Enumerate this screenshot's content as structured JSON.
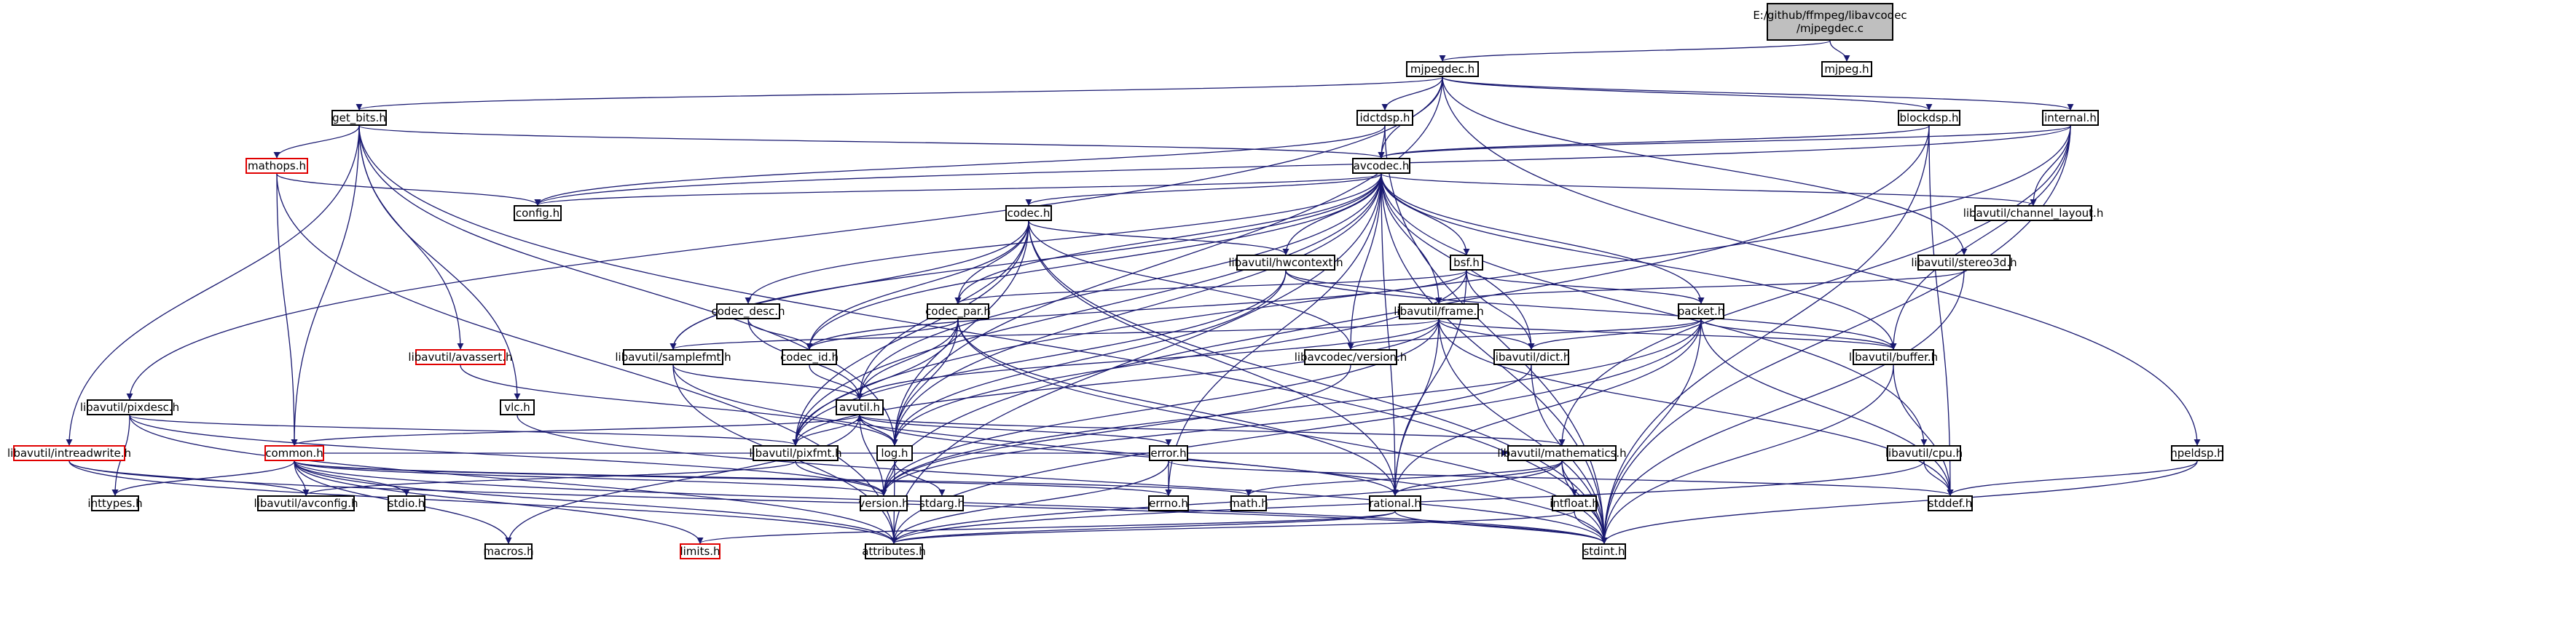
{
  "colors": {
    "edge": "#191970",
    "border": "#000000",
    "missing_border": "#e00000",
    "root_fill": "#bfbfbf"
  },
  "nodes": [
    {
      "id": "root",
      "label": "E:/github/ffmpeg/libavcodec\n/mjpegdec.c",
      "root": true
    },
    {
      "id": "mjpegdec_h",
      "label": "mjpegdec.h"
    },
    {
      "id": "mjpeg_h",
      "label": "mjpeg.h"
    },
    {
      "id": "get_bits_h",
      "label": "get_bits.h"
    },
    {
      "id": "idctdsp_h",
      "label": "idctdsp.h"
    },
    {
      "id": "blockdsp_h",
      "label": "blockdsp.h"
    },
    {
      "id": "internal_h",
      "label": "internal.h"
    },
    {
      "id": "mathops_h",
      "label": "mathops.h",
      "missing": true
    },
    {
      "id": "avcodec_h",
      "label": "avcodec.h"
    },
    {
      "id": "config_h",
      "label": "config.h"
    },
    {
      "id": "codec_h",
      "label": "codec.h"
    },
    {
      "id": "channel_layout_h",
      "label": "libavutil/channel_layout.h"
    },
    {
      "id": "stereo3d_h",
      "label": "libavutil/stereo3d.h"
    },
    {
      "id": "hwcontext_h",
      "label": "libavutil/hwcontext.h"
    },
    {
      "id": "bsf_h",
      "label": "bsf.h"
    },
    {
      "id": "codec_desc_h",
      "label": "codec_desc.h"
    },
    {
      "id": "codec_par_h",
      "label": "codec_par.h"
    },
    {
      "id": "frame_h",
      "label": "libavutil/frame.h"
    },
    {
      "id": "packet_h",
      "label": "packet.h"
    },
    {
      "id": "avassert_h",
      "label": "libavutil/avassert.h",
      "missing": true
    },
    {
      "id": "samplefmt_h",
      "label": "libavutil/samplefmt.h"
    },
    {
      "id": "codec_id_h",
      "label": "codec_id.h"
    },
    {
      "id": "lavcversion_h",
      "label": "libavcodec/version.h"
    },
    {
      "id": "dict_h",
      "label": "libavutil/dict.h"
    },
    {
      "id": "buffer_h",
      "label": "libavutil/buffer.h"
    },
    {
      "id": "pixdesc_h",
      "label": "libavutil/pixdesc.h"
    },
    {
      "id": "vlc_h",
      "label": "vlc.h"
    },
    {
      "id": "avutil_h",
      "label": "avutil.h"
    },
    {
      "id": "intreadwrite_h",
      "label": "libavutil/intreadwrite.h",
      "missing": true
    },
    {
      "id": "common_h",
      "label": "common.h",
      "missing": true
    },
    {
      "id": "pixfmt_h",
      "label": "libavutil/pixfmt.h"
    },
    {
      "id": "log_h",
      "label": "log.h"
    },
    {
      "id": "error_h",
      "label": "error.h"
    },
    {
      "id": "mathematics_h",
      "label": "libavutil/mathematics.h"
    },
    {
      "id": "cpu_h",
      "label": "libavutil/cpu.h"
    },
    {
      "id": "hpeldsp_h",
      "label": "hpeldsp.h"
    },
    {
      "id": "inttypes_h",
      "label": "inttypes.h",
      "plain": true
    },
    {
      "id": "avconfig_h",
      "label": "libavutil/avconfig.h"
    },
    {
      "id": "stdio_h",
      "label": "stdio.h",
      "plain": true
    },
    {
      "id": "version_h",
      "label": "version.h"
    },
    {
      "id": "stdarg_h",
      "label": "stdarg.h",
      "plain": true
    },
    {
      "id": "errno_h",
      "label": "errno.h",
      "plain": true
    },
    {
      "id": "math_h",
      "label": "math.h",
      "plain": true
    },
    {
      "id": "rational_h",
      "label": "rational.h"
    },
    {
      "id": "intfloat_h",
      "label": "intfloat.h"
    },
    {
      "id": "stddef_h",
      "label": "stddef.h",
      "plain": true
    },
    {
      "id": "macros_h",
      "label": "macros.h"
    },
    {
      "id": "limits_h",
      "label": "limits.h",
      "missing": true,
      "plain": true
    },
    {
      "id": "attributes_h",
      "label": "attributes.h"
    },
    {
      "id": "stdint_h",
      "label": "stdint.h",
      "plain": true
    }
  ],
  "edges": [
    [
      "root",
      "mjpegdec_h"
    ],
    [
      "root",
      "mjpeg_h"
    ],
    [
      "mjpegdec_h",
      "get_bits_h"
    ],
    [
      "mjpegdec_h",
      "idctdsp_h"
    ],
    [
      "mjpegdec_h",
      "blockdsp_h"
    ],
    [
      "mjpegdec_h",
      "internal_h"
    ],
    [
      "mjpegdec_h",
      "avcodec_h"
    ],
    [
      "mjpegdec_h",
      "stereo3d_h"
    ],
    [
      "mjpegdec_h",
      "pixdesc_h"
    ],
    [
      "mjpegdec_h",
      "hpeldsp_h"
    ],
    [
      "mjpegdec_h",
      "log_h"
    ],
    [
      "get_bits_h",
      "mathops_h"
    ],
    [
      "get_bits_h",
      "avassert_h"
    ],
    [
      "get_bits_h",
      "vlc_h"
    ],
    [
      "get_bits_h",
      "intreadwrite_h"
    ],
    [
      "get_bits_h",
      "common_h"
    ],
    [
      "get_bits_h",
      "log_h"
    ],
    [
      "get_bits_h",
      "avcodec_h"
    ],
    [
      "get_bits_h",
      "stdint_h"
    ],
    [
      "mathops_h",
      "config_h"
    ],
    [
      "mathops_h",
      "common_h"
    ],
    [
      "mathops_h",
      "attributes_h"
    ],
    [
      "idctdsp_h",
      "avcodec_h"
    ],
    [
      "idctdsp_h",
      "config_h"
    ],
    [
      "idctdsp_h",
      "stdint_h"
    ],
    [
      "blockdsp_h",
      "avcodec_h"
    ],
    [
      "blockdsp_h",
      "stdint_h"
    ],
    [
      "blockdsp_h",
      "version_h"
    ],
    [
      "blockdsp_h",
      "stddef_h"
    ],
    [
      "internal_h",
      "avcodec_h"
    ],
    [
      "internal_h",
      "channel_layout_h"
    ],
    [
      "internal_h",
      "buffer_h"
    ],
    [
      "internal_h",
      "mathematics_h"
    ],
    [
      "internal_h",
      "pixfmt_h"
    ],
    [
      "internal_h",
      "stdint_h"
    ],
    [
      "internal_h",
      "config_h"
    ],
    [
      "avcodec_h",
      "config_h"
    ],
    [
      "avcodec_h",
      "codec_h"
    ],
    [
      "avcodec_h",
      "channel_layout_h"
    ],
    [
      "avcodec_h",
      "hwcontext_h"
    ],
    [
      "avcodec_h",
      "bsf_h"
    ],
    [
      "avcodec_h",
      "codec_desc_h"
    ],
    [
      "avcodec_h",
      "codec_par_h"
    ],
    [
      "avcodec_h",
      "frame_h"
    ],
    [
      "avcodec_h",
      "packet_h"
    ],
    [
      "avcodec_h",
      "samplefmt_h"
    ],
    [
      "avcodec_h",
      "codec_id_h"
    ],
    [
      "avcodec_h",
      "lavcversion_h"
    ],
    [
      "avcodec_h",
      "dict_h"
    ],
    [
      "avcodec_h",
      "buffer_h"
    ],
    [
      "avcodec_h",
      "avutil_h"
    ],
    [
      "avcodec_h",
      "cpu_h"
    ],
    [
      "avcodec_h",
      "log_h"
    ],
    [
      "avcodec_h",
      "pixfmt_h"
    ],
    [
      "avcodec_h",
      "rational_h"
    ],
    [
      "avcodec_h",
      "attributes_h"
    ],
    [
      "avcodec_h",
      "errno_h"
    ],
    [
      "avcodec_h",
      "stdint_h"
    ],
    [
      "codec_h",
      "hwcontext_h"
    ],
    [
      "codec_h",
      "codec_id_h"
    ],
    [
      "codec_h",
      "samplefmt_h"
    ],
    [
      "codec_h",
      "codec_par_h"
    ],
    [
      "codec_h",
      "lavcversion_h"
    ],
    [
      "codec_h",
      "log_h"
    ],
    [
      "codec_h",
      "pixfmt_h"
    ],
    [
      "codec_h",
      "rational_h"
    ],
    [
      "codec_h",
      "avutil_h"
    ],
    [
      "codec_h",
      "stdint_h"
    ],
    [
      "stereo3d_h",
      "frame_h"
    ],
    [
      "stereo3d_h",
      "stdint_h"
    ],
    [
      "hwcontext_h",
      "frame_h"
    ],
    [
      "hwcontext_h",
      "buffer_h"
    ],
    [
      "hwcontext_h",
      "log_h"
    ],
    [
      "hwcontext_h",
      "pixfmt_h"
    ],
    [
      "bsf_h",
      "codec_par_h"
    ],
    [
      "bsf_h",
      "packet_h"
    ],
    [
      "bsf_h",
      "dict_h"
    ],
    [
      "bsf_h",
      "codec_id_h"
    ],
    [
      "bsf_h",
      "log_h"
    ],
    [
      "bsf_h",
      "rational_h"
    ],
    [
      "codec_desc_h",
      "codec_id_h"
    ],
    [
      "codec_desc_h",
      "avutil_h"
    ],
    [
      "codec_par_h",
      "codec_id_h"
    ],
    [
      "codec_par_h",
      "avutil_h"
    ],
    [
      "codec_par_h",
      "pixfmt_h"
    ],
    [
      "codec_par_h",
      "rational_h"
    ],
    [
      "codec_par_h",
      "stdint_h"
    ],
    [
      "codec_par_h",
      "log_h"
    ],
    [
      "frame_h",
      "samplefmt_h"
    ],
    [
      "frame_h",
      "dict_h"
    ],
    [
      "frame_h",
      "buffer_h"
    ],
    [
      "frame_h",
      "avutil_h"
    ],
    [
      "frame_h",
      "pixfmt_h"
    ],
    [
      "frame_h",
      "rational_h"
    ],
    [
      "frame_h",
      "stdint_h"
    ],
    [
      "frame_h",
      "stddef_h"
    ],
    [
      "frame_h",
      "version_h"
    ],
    [
      "packet_h",
      "lavcversion_h"
    ],
    [
      "packet_h",
      "dict_h"
    ],
    [
      "packet_h",
      "buffer_h"
    ],
    [
      "packet_h",
      "rational_h"
    ],
    [
      "packet_h",
      "attributes_h"
    ],
    [
      "packet_h",
      "stdint_h"
    ],
    [
      "packet_h",
      "stddef_h"
    ],
    [
      "packet_h",
      "version_h"
    ],
    [
      "avassert_h",
      "log_h"
    ],
    [
      "avassert_h",
      "stdlib_placeholder"
    ],
    [
      "samplefmt_h",
      "avutil_h"
    ],
    [
      "samplefmt_h",
      "attributes_h"
    ],
    [
      "samplefmt_h",
      "stdint_h"
    ],
    [
      "codec_id_h",
      "avutil_h"
    ],
    [
      "lavcversion_h",
      "version_h"
    ],
    [
      "dict_h",
      "stdint_h"
    ],
    [
      "dict_h",
      "version_h"
    ],
    [
      "buffer_h",
      "stddef_h"
    ],
    [
      "buffer_h",
      "stdint_h"
    ],
    [
      "pixdesc_h",
      "inttypes_h"
    ],
    [
      "pixdesc_h",
      "attributes_h"
    ],
    [
      "pixdesc_h",
      "pixfmt_h"
    ],
    [
      "pixdesc_h",
      "version_h"
    ],
    [
      "vlc_h",
      "stdint_h"
    ],
    [
      "avutil_h",
      "common_h"
    ],
    [
      "avutil_h",
      "pixfmt_h"
    ],
    [
      "avutil_h",
      "log_h"
    ],
    [
      "avutil_h",
      "error_h"
    ],
    [
      "avutil_h",
      "mathematics_h"
    ],
    [
      "avutil_h",
      "rational_h"
    ],
    [
      "avutil_h",
      "version_h"
    ],
    [
      "avutil_h",
      "macros_h"
    ],
    [
      "intreadwrite_h",
      "avconfig_h"
    ],
    [
      "intreadwrite_h",
      "attributes_h"
    ],
    [
      "intreadwrite_h",
      "stdint_h"
    ],
    [
      "common_h",
      "inttypes_h"
    ],
    [
      "common_h",
      "avconfig_h"
    ],
    [
      "common_h",
      "stdio_h"
    ],
    [
      "common_h",
      "version_h"
    ],
    [
      "common_h",
      "errno_h"
    ],
    [
      "common_h",
      "math_h"
    ],
    [
      "common_h",
      "limits_h"
    ],
    [
      "common_h",
      "attributes_h"
    ],
    [
      "common_h",
      "macros_h"
    ],
    [
      "common_h",
      "stdint_h"
    ],
    [
      "common_h",
      "mathematics_h"
    ],
    [
      "pixfmt_h",
      "avconfig_h"
    ],
    [
      "pixfmt_h",
      "version_h"
    ],
    [
      "log_h",
      "avutil_h"
    ],
    [
      "log_h",
      "version_h"
    ],
    [
      "log_h",
      "stdarg_h"
    ],
    [
      "log_h",
      "attributes_h"
    ],
    [
      "error_h",
      "errno_h"
    ],
    [
      "error_h",
      "stddef_h"
    ],
    [
      "error_h",
      "attributes_h"
    ],
    [
      "mathematics_h",
      "math_h"
    ],
    [
      "mathematics_h",
      "rational_h"
    ],
    [
      "mathematics_h",
      "intfloat_h"
    ],
    [
      "mathematics_h",
      "attributes_h"
    ],
    [
      "mathematics_h",
      "stdint_h"
    ],
    [
      "cpu_h",
      "stddef_h"
    ],
    [
      "cpu_h",
      "attributes_h"
    ],
    [
      "hpeldsp_h",
      "stddef_h"
    ],
    [
      "hpeldsp_h",
      "stdint_h"
    ],
    [
      "rational_h",
      "limits_h"
    ],
    [
      "rational_h",
      "attributes_h"
    ],
    [
      "rational_h",
      "stdint_h"
    ],
    [
      "intfloat_h",
      "attributes_h"
    ],
    [
      "intfloat_h",
      "stdint_h"
    ]
  ]
}
